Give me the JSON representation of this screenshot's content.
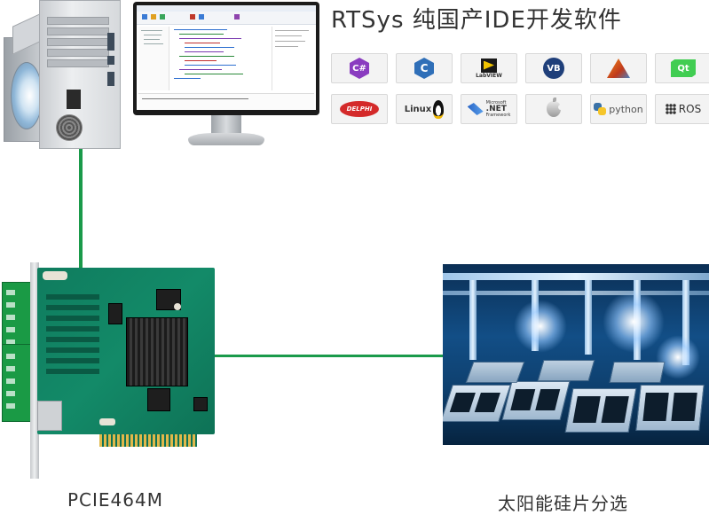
{
  "title": "RTSys 纯国产IDE开发软件",
  "logos": [
    {
      "id": "csharp",
      "text": "C#",
      "icon": "csharp-icon"
    },
    {
      "id": "c",
      "text": "C",
      "icon": "c-language-icon"
    },
    {
      "id": "labview",
      "text": "LabVIEW",
      "icon": "labview-icon"
    },
    {
      "id": "vb",
      "text": "VB",
      "icon": "visual-basic-icon"
    },
    {
      "id": "matlab",
      "text": "",
      "icon": "matlab-icon"
    },
    {
      "id": "qt",
      "text": "Qt",
      "icon": "qt-icon"
    },
    {
      "id": "delphi",
      "text": "DELPHI",
      "icon": "delphi-icon"
    },
    {
      "id": "linux",
      "text": "Linux",
      "icon": "linux-tux-icon"
    },
    {
      "id": "dotnet",
      "text": ".NET",
      "sub": "Microsoft",
      "sub2": "Framework",
      "icon": "dotnet-icon"
    },
    {
      "id": "apple",
      "text": "",
      "icon": "apple-icon"
    },
    {
      "id": "python",
      "text": "python",
      "icon": "python-icon"
    },
    {
      "id": "ros",
      "text": "ROS",
      "icon": "ros-icon"
    }
  ],
  "labels": {
    "card": "PCIE464M",
    "photo": "太阳能硅片分选"
  },
  "colors": {
    "wire": "#1a9a4a",
    "pcb": "#138a68"
  }
}
